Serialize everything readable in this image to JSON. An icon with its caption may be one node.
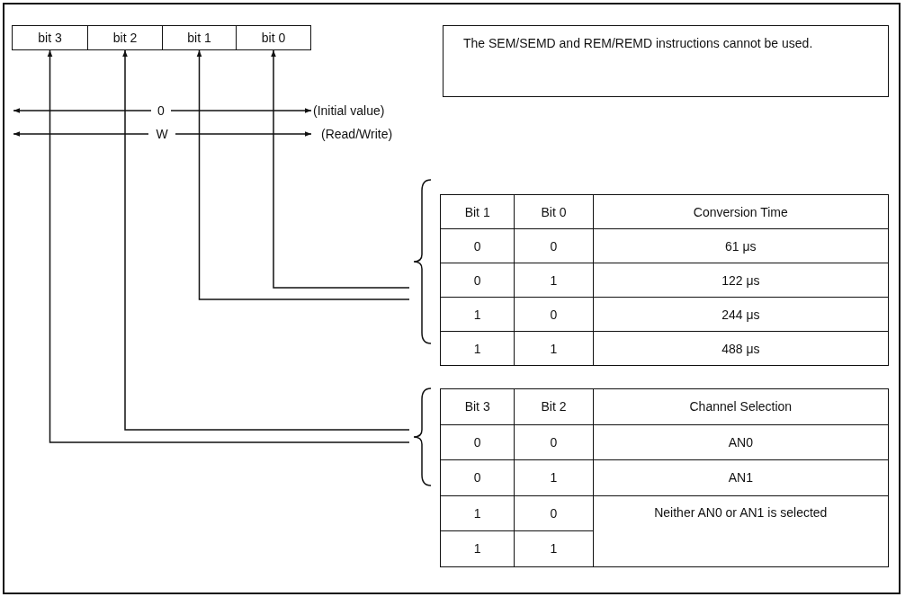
{
  "diagram": {
    "nodes": [
      {
        "text": [
          "bit 3"
        ]
      },
      {
        "text": [
          "bit 2"
        ]
      },
      {
        "text": [
          "bit 1"
        ]
      },
      {
        "text": [
          "bit 0"
        ]
      },
      {
        "text": [
          "The SEM/SEMD and REM/REMD instructions cannot be used."
        ]
      },
      {
        "text": [
          "Bit 1",
          "Bit 0",
          "Conversion Time",
          "0",
          "0",
          "61 μs",
          "0",
          "1",
          "122 μs",
          "1",
          "0",
          "244 μs",
          "1",
          "1",
          "488 μs"
        ]
      },
      {
        "text": [
          "Bit 3",
          "Bit 2",
          "Channel Selection",
          "0",
          "0",
          "AN0",
          "0",
          "1",
          "AN1",
          "1",
          "0",
          "Neither AN0 or AN1 is selected",
          "1",
          "1"
        ]
      }
    ],
    "edges": [
      {
        "from": 5,
        "to": 3,
        "arrow": "to"
      },
      {
        "from": 5,
        "to": 2,
        "arrow": "to"
      },
      {
        "from": 6,
        "to": 1,
        "arrow": "to"
      },
      {
        "from": 6,
        "to": 0,
        "arrow": "to"
      }
    ],
    "labels": [
      "0",
      "(Initial value)",
      "W",
      "(Read/Write)"
    ]
  }
}
